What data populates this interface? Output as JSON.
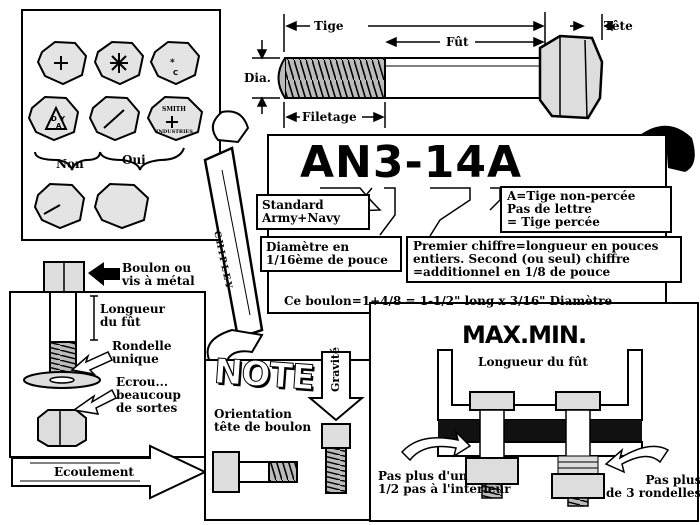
{
  "bolt_parts": {
    "tige": "Tige",
    "fut": "Fût",
    "tete": "Tête",
    "dia": "Dia.",
    "filetage": "Filetage"
  },
  "head_marks": {
    "smith": "SMITH",
    "industries": "INDUSTRIES",
    "non": "Non",
    "oui": "Oui"
  },
  "wrench": {
    "brand": "CHIPLEY"
  },
  "code": {
    "designation": "AN3-14A",
    "standard": "Standard\nArmy+Navy",
    "diametre": "Diamètre en\n1/16ème de pouce",
    "suffix": "A=Tige non-percée\nPas de lettre\n= Tige percée",
    "length": "Premier chiffre=longueur en pouces\nentiers. Second (ou seul) chiffre\n=additionnel en 1/8 de pouce",
    "example": "Ce boulon=1+4/8 = 1-1/2\" long x 3/16\" Diamètre"
  },
  "assembly": {
    "boulon": "Boulon ou\nvis à métal",
    "longueur_fut": "Longueur\ndu fût",
    "rondelle": "Rondelle\nunique",
    "ecrou": "Ecrou...\nbeaucoup\nde sortes",
    "ecoulement": "Ecoulement"
  },
  "note": {
    "title": "NOTE",
    "gravite": "Gravité",
    "orientation": "Orientation\ntête de boulon"
  },
  "maxmin": {
    "title": "MAX.MIN.",
    "longueur": "Longueur du fût",
    "pas_plus_un": "Pas plus d'un\n1/2 pas à l'intérieur",
    "pas_plus_rondelles": "Pas plus\nde 3 rondelles"
  }
}
